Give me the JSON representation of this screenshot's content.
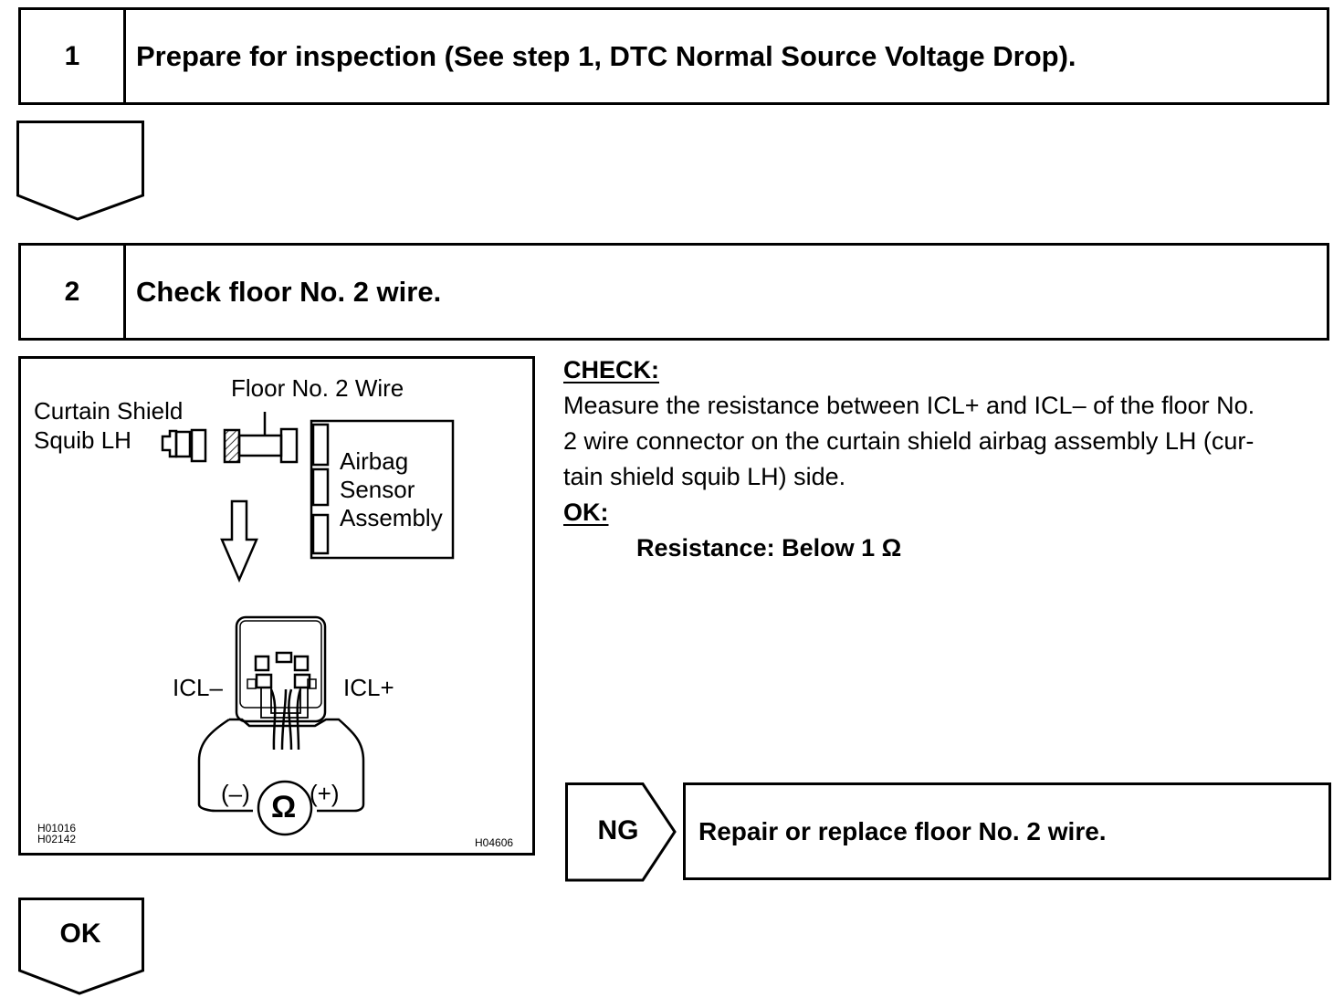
{
  "step1": {
    "number": "1",
    "title": "Prepare for inspection (See step 1, DTC Normal Source Voltage Drop)."
  },
  "step2": {
    "number": "2",
    "title": "Check floor No. 2 wire."
  },
  "illustration": {
    "label_floor_wire": "Floor No. 2 Wire",
    "label_curtain_line1": "Curtain Shield",
    "label_curtain_line2": "Squib LH",
    "label_airbag_line1": "Airbag",
    "label_airbag_line2": "Sensor",
    "label_airbag_line3": "Assembly",
    "label_icl_minus": "ICL–",
    "label_icl_plus": "ICL+",
    "label_probe_minus": "(–)",
    "label_probe_plus": "(+)",
    "ohm_symbol": "Ω",
    "ref_code_1": "H01016",
    "ref_code_2": "H02142",
    "ref_code_3": "H04606"
  },
  "check": {
    "heading": "CHECK:",
    "line1": "Measure the resistance between ICL+ and ICL– of the floor No.",
    "line2": "2 wire connector on the curtain shield airbag assembly LH (cur-",
    "line3": "tain shield squib LH) side.",
    "ok_heading": "OK:",
    "spec": "Resistance: Below 1 Ω"
  },
  "ng_result": {
    "label": "NG",
    "action": "Repair or replace floor No. 2 wire."
  },
  "ok_result": {
    "label": "OK"
  }
}
